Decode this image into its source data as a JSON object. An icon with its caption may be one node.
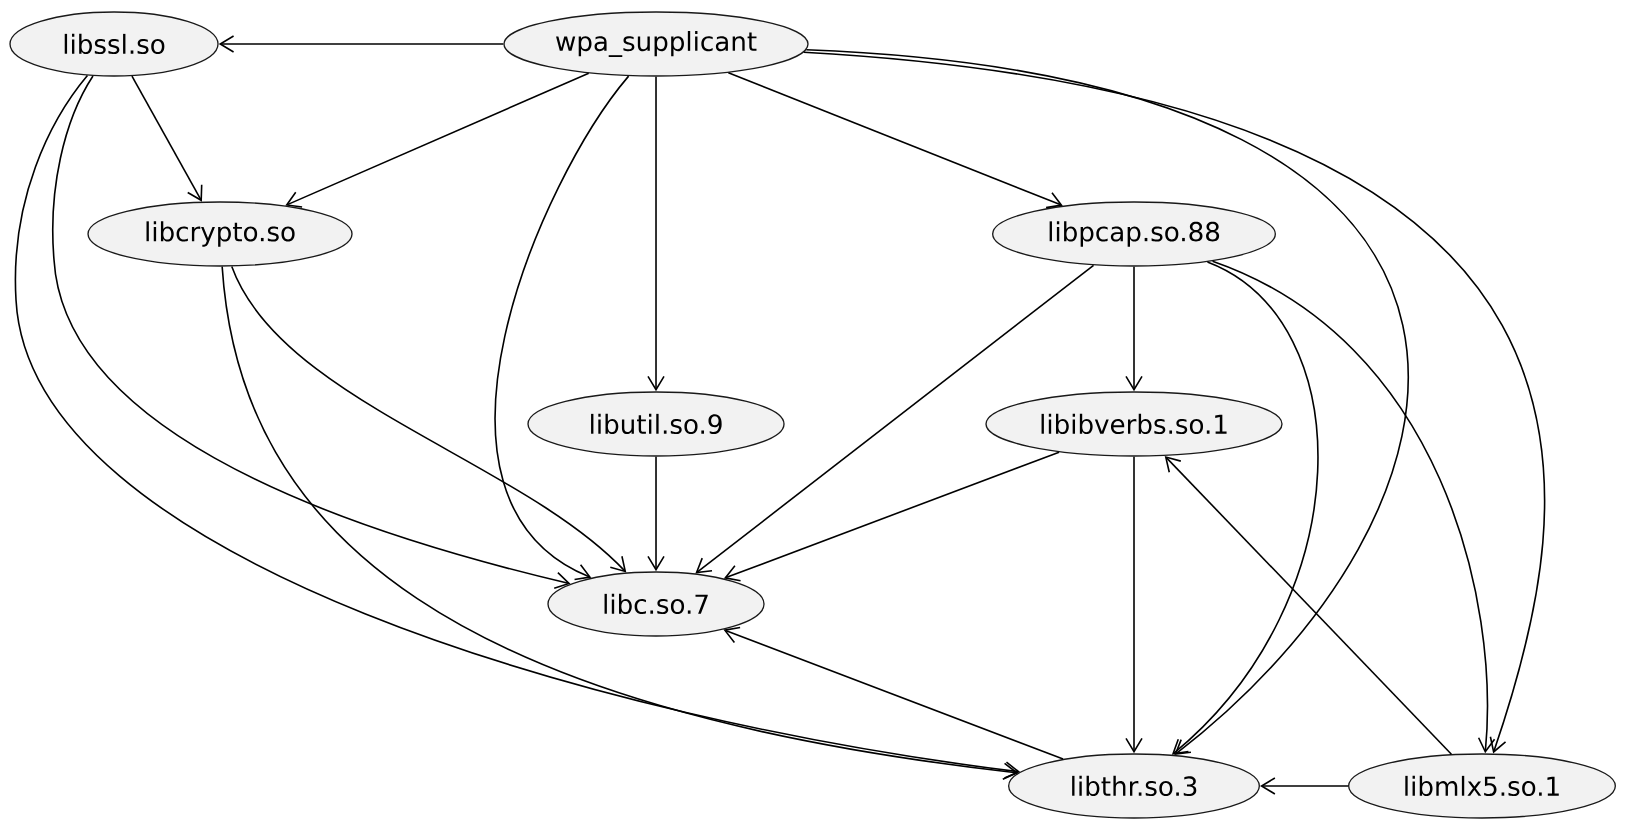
{
  "diagram": {
    "nodes": [
      {
        "text": [
          "wpa_supplicant"
        ]
      },
      {
        "text": [
          "libssl.so"
        ]
      },
      {
        "text": [
          "libcrypto.so"
        ]
      },
      {
        "text": [
          "libpcap.so.88"
        ]
      },
      {
        "text": [
          "libutil.so.9"
        ]
      },
      {
        "text": [
          "libibverbs.so.1"
        ]
      },
      {
        "text": [
          "libc.so.7"
        ]
      },
      {
        "text": [
          "libthr.so.3"
        ]
      },
      {
        "text": [
          "libmlx5.so.1"
        ]
      }
    ],
    "edges": [
      {
        "from": 0,
        "to": 1,
        "arrow": "to"
      },
      {
        "from": 0,
        "to": 2,
        "arrow": "to"
      },
      {
        "from": 0,
        "to": 6,
        "arrow": "to"
      },
      {
        "from": 0,
        "to": 4,
        "arrow": "to"
      },
      {
        "from": 0,
        "to": 3,
        "arrow": "to"
      },
      {
        "from": 0,
        "to": 7,
        "arrow": "to"
      },
      {
        "from": 0,
        "to": 8,
        "arrow": "to"
      },
      {
        "from": 1,
        "to": 2,
        "arrow": "to"
      },
      {
        "from": 1,
        "to": 6,
        "arrow": "to"
      },
      {
        "from": 1,
        "to": 7,
        "arrow": "to"
      },
      {
        "from": 2,
        "to": 6,
        "arrow": "to"
      },
      {
        "from": 2,
        "to": 7,
        "arrow": "to"
      },
      {
        "from": 3,
        "to": 6,
        "arrow": "to"
      },
      {
        "from": 3,
        "to": 5,
        "arrow": "to"
      },
      {
        "from": 3,
        "to": 7,
        "arrow": "to"
      },
      {
        "from": 3,
        "to": 8,
        "arrow": "to"
      },
      {
        "from": 4,
        "to": 6,
        "arrow": "to"
      },
      {
        "from": 5,
        "to": 6,
        "arrow": "to"
      },
      {
        "from": 5,
        "to": 7,
        "arrow": "to"
      },
      {
        "from": 7,
        "to": 6,
        "arrow": "to"
      },
      {
        "from": 8,
        "to": 5,
        "arrow": "to"
      },
      {
        "from": 8,
        "to": 7,
        "arrow": "to"
      }
    ]
  }
}
